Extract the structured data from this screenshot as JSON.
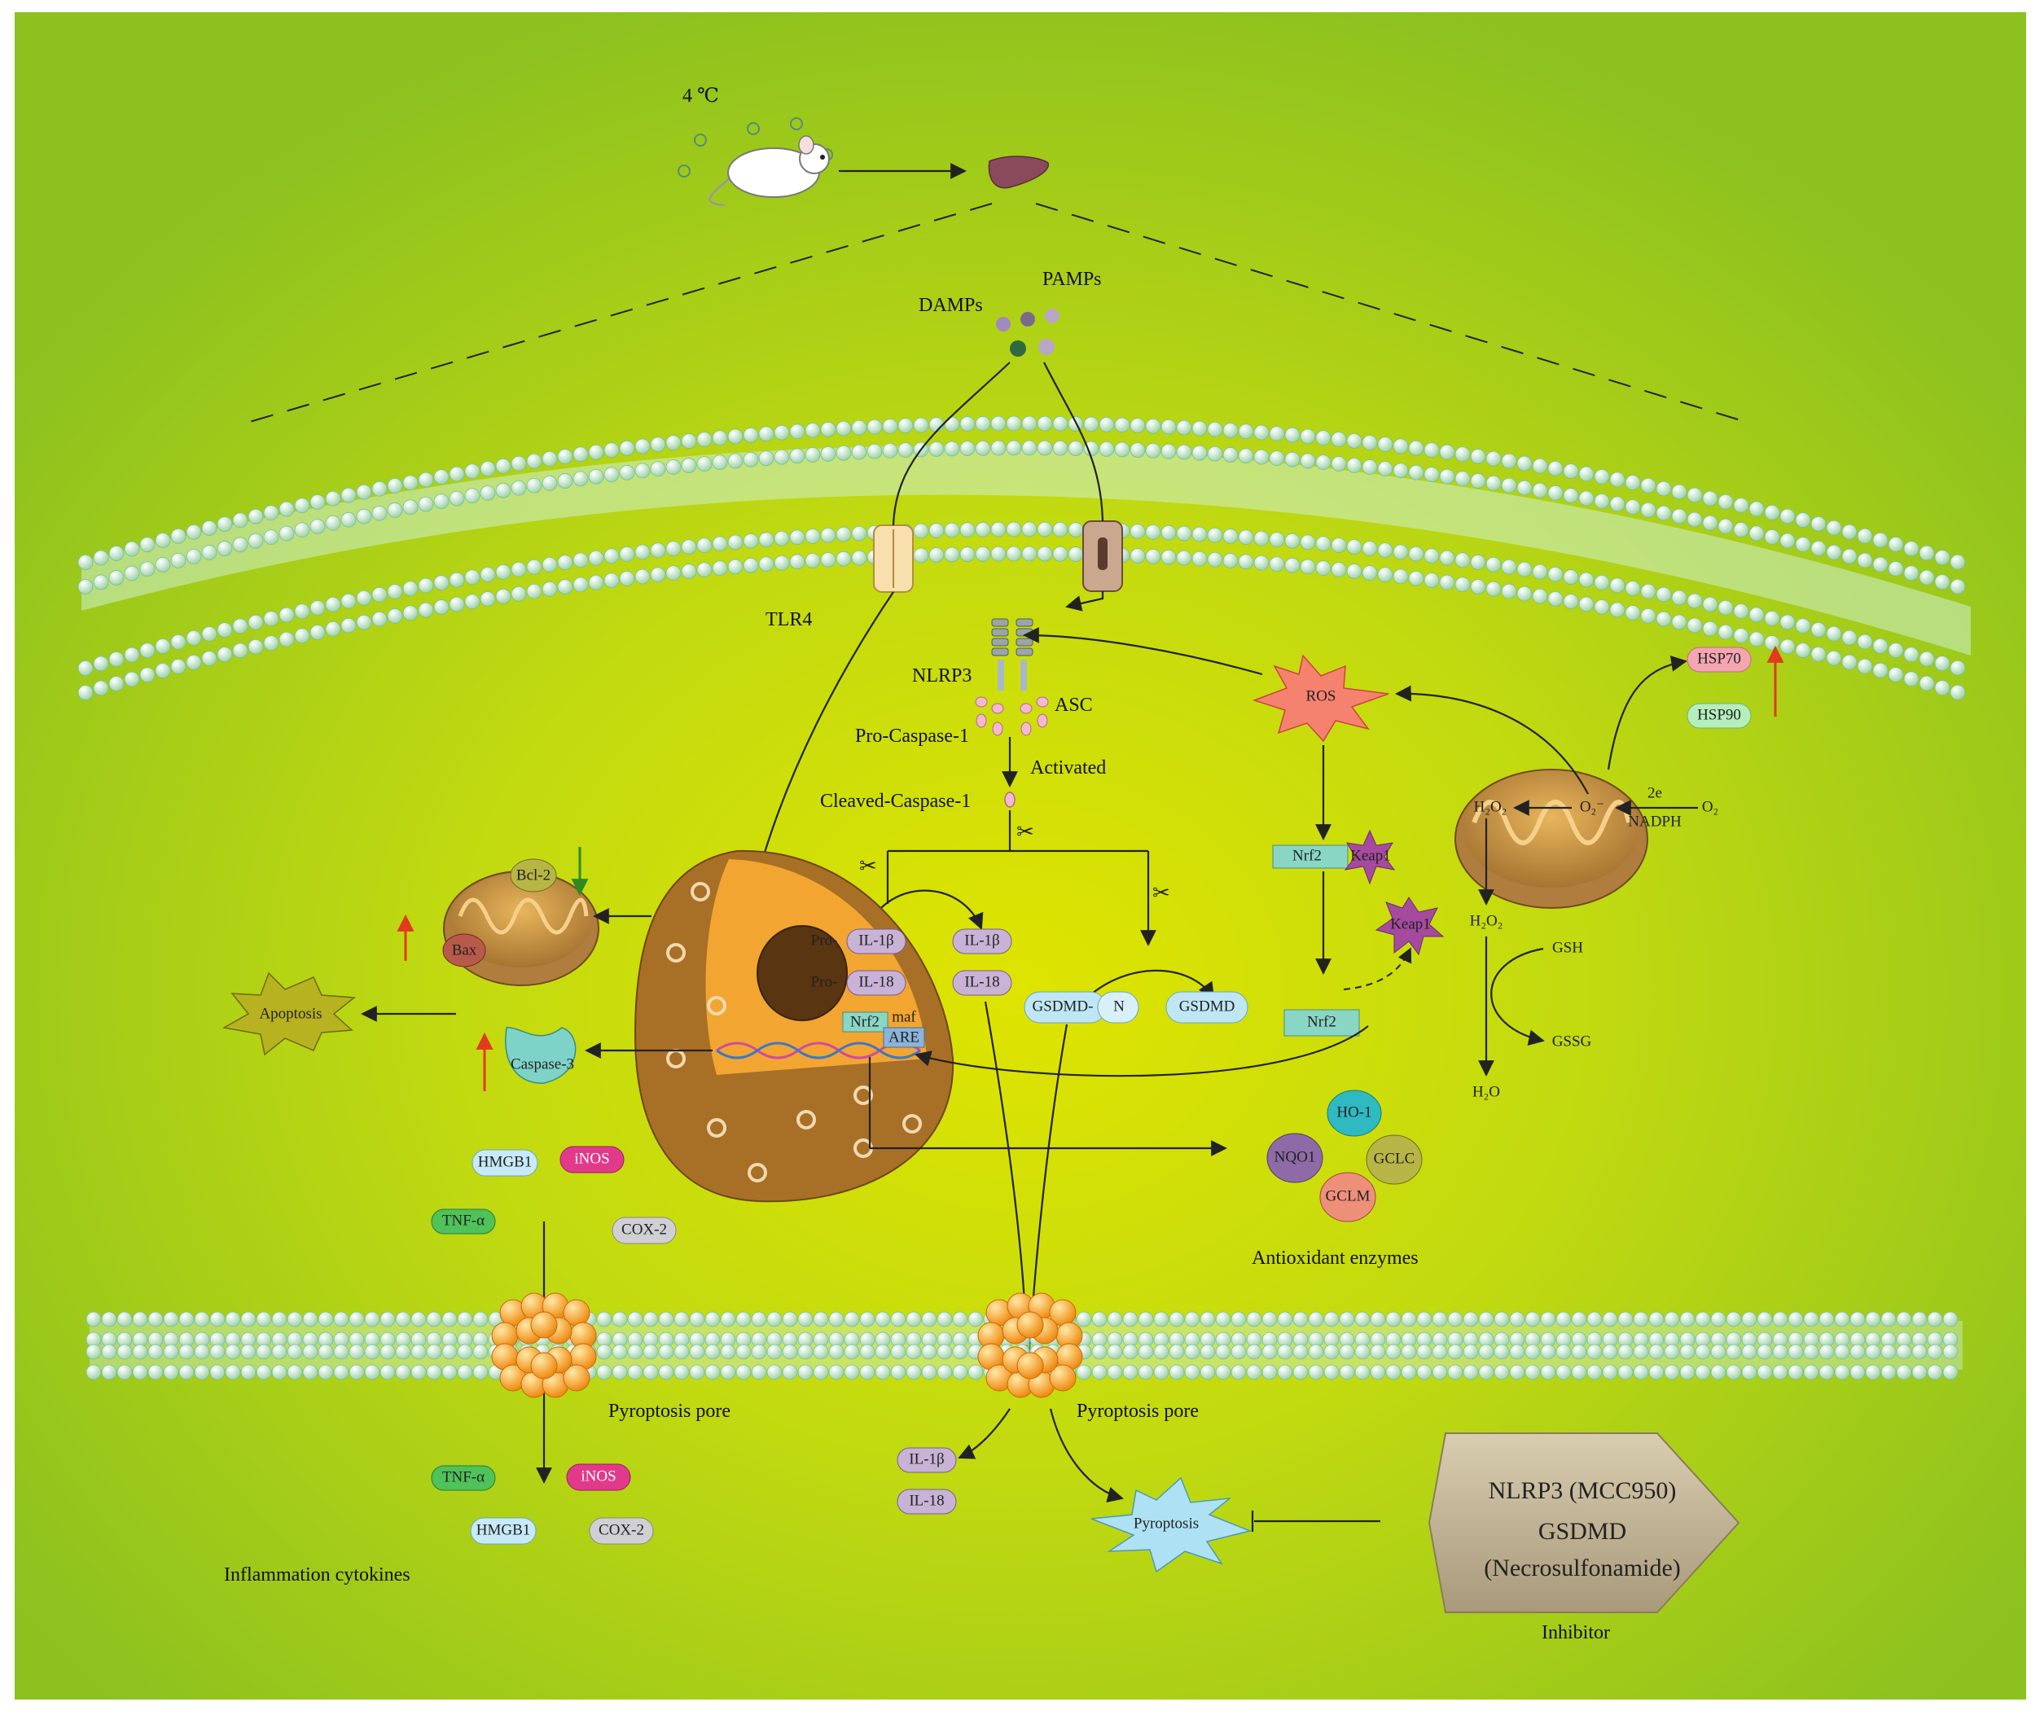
{
  "colors": {
    "background": "#9ac61e",
    "cytoplasm_glow": "#d4e000",
    "membrane": "#a9dab4",
    "nucleus": "#a66e27",
    "nucleus_inner": "#f2a531",
    "mitochondria": "#c79a52",
    "up_arrow": "#e23a1c",
    "down_arrow": "#2e8a1f",
    "pore": "#f7a01e"
  },
  "top": {
    "temperature": "4 ℃",
    "pamps": "PAMPs",
    "damps": "DAMPs"
  },
  "receptors": {
    "tlr4": "TLR4"
  },
  "inflammasome": {
    "nlrp3": "NLRP3",
    "asc": "ASC",
    "pro_caspase": "Pro-Caspase-1",
    "activated": "Activated",
    "cleaved_caspase": "Cleaved-Caspase-1"
  },
  "cytokine_processing": {
    "pro": "Pro-",
    "il1b": "IL-1β",
    "il18": "IL-18",
    "gsdmd_full": "GSDMD-",
    "gsdmd_n": "N",
    "gsdmd": "GSDMD"
  },
  "nucleus": {
    "nrf2": "Nrf2",
    "maf": "maf",
    "are": "ARE"
  },
  "oxidative": {
    "ros": "ROS",
    "nrf2": "Nrf2",
    "keap1": "Keap1",
    "hsp70": "HSP70",
    "hsp90": "HSP90",
    "h2o2": "H₂O₂",
    "o2_radical": "O₂⁻",
    "two_e": "2e",
    "nadph": "NADPH",
    "o2": "O₂",
    "gsh": "GSH",
    "gssg": "GSSG",
    "h2o": "H₂O"
  },
  "apoptosis": {
    "bcl2": "Bcl-2",
    "bax": "Bax",
    "apoptosis": "Apoptosis",
    "caspase3": "Caspase-3"
  },
  "inflammation": {
    "hmgb1": "HMGB1",
    "inos": "iNOS",
    "tnfa": "TNF-α",
    "cox2": "COX-2",
    "label": "Inflammation cytokines"
  },
  "antioxidant": {
    "ho1": "HO-1",
    "nqo1": "NQO1",
    "gclc": "GCLC",
    "gclm": "GCLM",
    "label": "Antioxidant enzymes"
  },
  "pores": {
    "left": "Pyroptosis pore",
    "right": "Pyroptosis pore"
  },
  "released": {
    "il1b": "IL-1β",
    "il18": "IL-18"
  },
  "pyroptosis": "Pyroptosis",
  "inhibitor": {
    "line1": "NLRP3 (MCC950)",
    "line2": "GSDMD",
    "line3": "(Necrosulfonamide)",
    "label": "Inhibitor"
  }
}
